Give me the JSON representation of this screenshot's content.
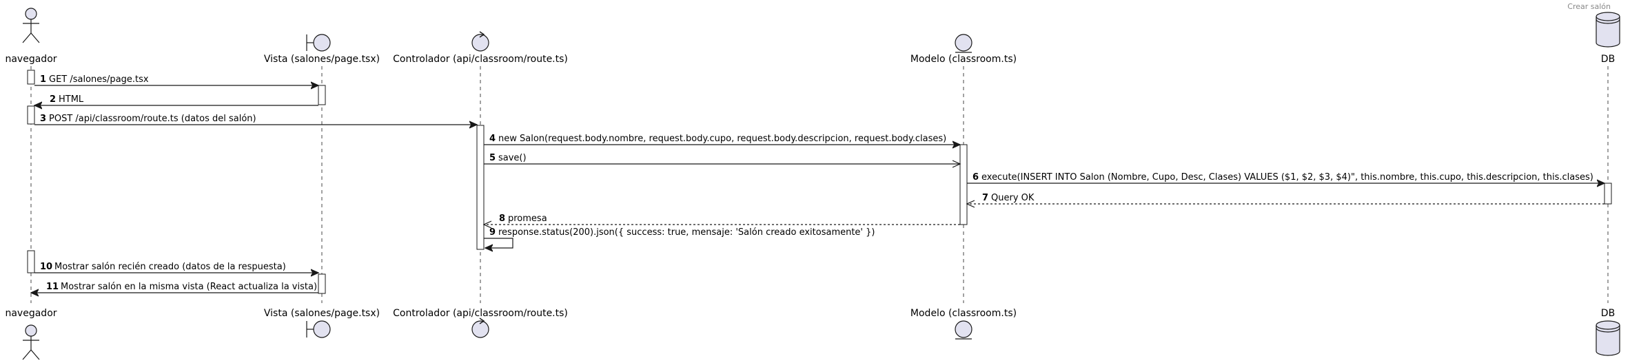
{
  "header": {
    "title": "Crear salón"
  },
  "colors": {
    "participant_fill": "#E2E2F0",
    "participant_stroke": "#181818",
    "lifeline": "#181818",
    "activation_fill": "#FFFFFF"
  },
  "participants": [
    {
      "id": "navegador",
      "label": "navegador",
      "type": "actor",
      "icon": "actor-icon"
    },
    {
      "id": "vista",
      "label": "Vista (salones/page.tsx)",
      "type": "boundary",
      "icon": "boundary-icon"
    },
    {
      "id": "controlador",
      "label": "Controlador (api/classroom/route.ts)",
      "type": "control",
      "icon": "control-icon"
    },
    {
      "id": "modelo",
      "label": "Modelo (classroom.ts)",
      "type": "entity",
      "icon": "entity-icon"
    },
    {
      "id": "db",
      "label": "DB",
      "type": "database",
      "icon": "database-icon"
    }
  ],
  "messages": [
    {
      "num": "1",
      "text": "GET /salones/page.tsx",
      "from": "navegador",
      "to": "vista",
      "style": "sync"
    },
    {
      "num": "2",
      "text": "HTML",
      "from": "vista",
      "to": "navegador",
      "style": "sync"
    },
    {
      "num": "3",
      "text": "POST /api/classroom/route.ts (datos del salón)",
      "from": "navegador",
      "to": "controlador",
      "style": "sync"
    },
    {
      "num": "4",
      "text": "new Salon(request.body.nombre, request.body.cupo, request.body.descripcion, request.body.clases)",
      "from": "controlador",
      "to": "modelo",
      "style": "sync"
    },
    {
      "num": "5",
      "text": "save()",
      "from": "controlador",
      "to": "modelo",
      "style": "async"
    },
    {
      "num": "6",
      "text": "execute(INSERT INTO Salon (Nombre, Cupo, Desc, Clases) VALUES ($1, $2, $3, $4)\", this.nombre, this.cupo, this.descripcion, this.clases)",
      "from": "modelo",
      "to": "db",
      "style": "sync"
    },
    {
      "num": "7",
      "text": "Query OK",
      "from": "db",
      "to": "modelo",
      "style": "return"
    },
    {
      "num": "8",
      "text": "promesa",
      "from": "modelo",
      "to": "controlador",
      "style": "return"
    },
    {
      "num": "9",
      "text": "response.status(200).json({ success: true, mensaje: 'Salón creado exitosamente' })",
      "from": "controlador",
      "to": "controlador",
      "style": "self"
    },
    {
      "num": "10",
      "text": "Mostrar salón recién creado (datos de la respuesta)",
      "from": "navegador",
      "to": "vista",
      "style": "sync"
    },
    {
      "num": "11",
      "text": "Mostrar salón en la misma vista (React actualiza la vista)",
      "from": "vista",
      "to": "navegador",
      "style": "sync"
    }
  ]
}
